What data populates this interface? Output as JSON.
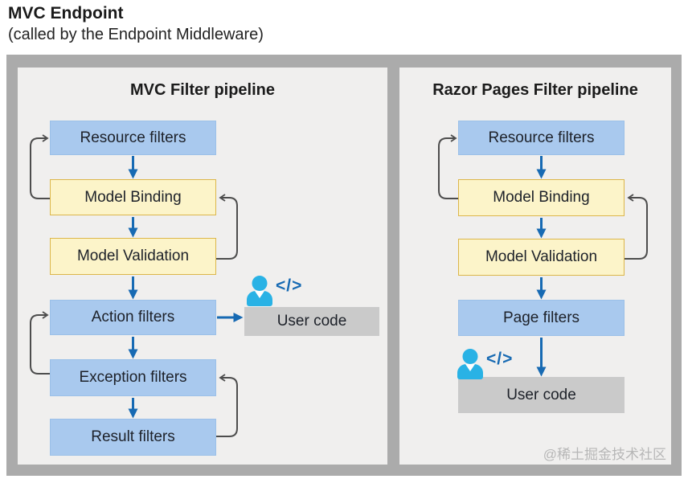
{
  "header": {
    "title": "MVC Endpoint",
    "subtitle": "(called by the Endpoint Middleware)"
  },
  "panels": [
    {
      "title": "MVC Filter pipeline",
      "boxes": {
        "resource": "Resource filters",
        "binding": "Model Binding",
        "validation": "Model Validation",
        "action": "Action filters",
        "exception": "Exception filters",
        "result": "Result filters"
      },
      "user_code": {
        "label": "User code",
        "glyph": "</>"
      }
    },
    {
      "title": "Razor Pages Filter pipeline",
      "boxes": {
        "resource": "Resource filters",
        "binding": "Model Binding",
        "validation": "Model Validation",
        "page": "Page filters"
      },
      "user_code": {
        "label": "User code",
        "glyph": "</>"
      }
    }
  ],
  "watermark": "@稀土掘金技术社区",
  "colors": {
    "filter_box": "#a9c9ee",
    "stage_box": "#fcf4c9",
    "stage_box_border": "#dcb64a",
    "user_code_box": "#cacaca",
    "flow_arrow": "#176ab3",
    "loop_arrow": "#4d4d4d",
    "person_icon": "#29b2e5",
    "panel_background": "#f0efee",
    "outer_background": "#ababab"
  }
}
